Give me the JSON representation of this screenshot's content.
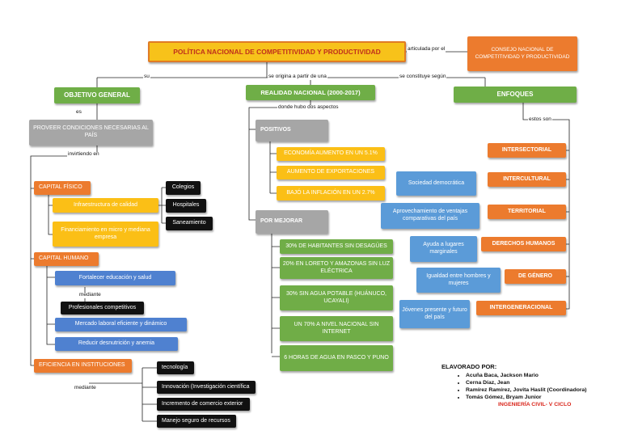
{
  "title": "POLÍTICA NACIONAL DE COMPETITIVIDAD Y PRODUCTIVIDAD",
  "council": "CONSEJO NACIONAL DE COMPETITIVIDAD Y PRODUCTIVIDAD",
  "links": {
    "articulated": "articulada por el",
    "su": "su",
    "originates": "se origina a partir de una",
    "constituted": "se constituye según",
    "es": "es",
    "investing": "invirtiendo en",
    "where": "donde hubo dos aspectos",
    "these_are": "estos son",
    "mediante1": "mediante",
    "mediante2": "mediante"
  },
  "objective": {
    "header": "OBJETIVO GENERAL",
    "text": "PROVEER CONDICIONES NECESARIAS AL PAÍS",
    "physical": {
      "label": "CAPITAL FÍSICO",
      "items": [
        "Infraestructura de calidad",
        "Financiamiento en micro y mediana empresa"
      ],
      "sub": [
        "Colegios",
        "Hospitales",
        "Saneamiento"
      ]
    },
    "human": {
      "label": "CAPITAL HUMANO",
      "items": [
        "Fortalecer educación y salud",
        "Profesionales competitivos",
        "Mercado laboral eficiente y dinámico",
        "Reducir desnutrición y anemia"
      ]
    },
    "institutions": {
      "label": "EFICIENCIA EN INSTITUCIONES",
      "items": [
        "tecnología",
        "Innovación (Investigación científica",
        "Incremento de comercio exterior",
        "Manejo seguro de recursos"
      ]
    }
  },
  "reality": {
    "header": "REALIDAD NACIONAL (2000-2017)",
    "positives": {
      "label": "POSITIVOS",
      "items": [
        "ECONOMÍA AUMENTO EN UN 5.1%",
        "AUMENTO DE EXPORTACIONES",
        "BAJÓ LA INFLACIÓN EN UN 2.7%"
      ]
    },
    "improve": {
      "label": "POR MEJORAR",
      "items": [
        "30% DE HABITANTES SIN DESAGÜES",
        "20% EN LORETO Y AMAZONAS SIN LUZ ELÉCTRICA",
        "30% SIN AGUA POTABLE (HUÁNUCO, UCAYALI)",
        "UN 70% A NIVEL NACIONAL SIN INTERNET",
        "6 HORAS DE AGUA EN PASCO Y PUNO"
      ]
    }
  },
  "approaches": {
    "header": "ENFOQUES",
    "items": [
      "INTERSECTORIAL",
      "INTERCULTURAL",
      "TERRITORIAL",
      "DERECHOS HUMANOS",
      "DE GÉNERO",
      "INTERGENERACIONAL"
    ],
    "notes": [
      "Sociedad democrática",
      "Aprovechamiento de ventajas comparativas del país",
      "Ayuda a lugares marginales",
      "Igualdad entre hombres y mujeres",
      "Jóvenes presente y futuro del país"
    ]
  },
  "credits": {
    "heading": "ELAVORADO POR:",
    "authors": [
      "Acuña Baca, Jackson Mario",
      "Cerna Díaz, Jean",
      "Ramírez Ramírez, Jovita Haslit (Coordinadora)",
      "Tomás Gómez, Bryam Junior"
    ],
    "career": "INGENIERÍA CIVIL- V CICLO"
  }
}
